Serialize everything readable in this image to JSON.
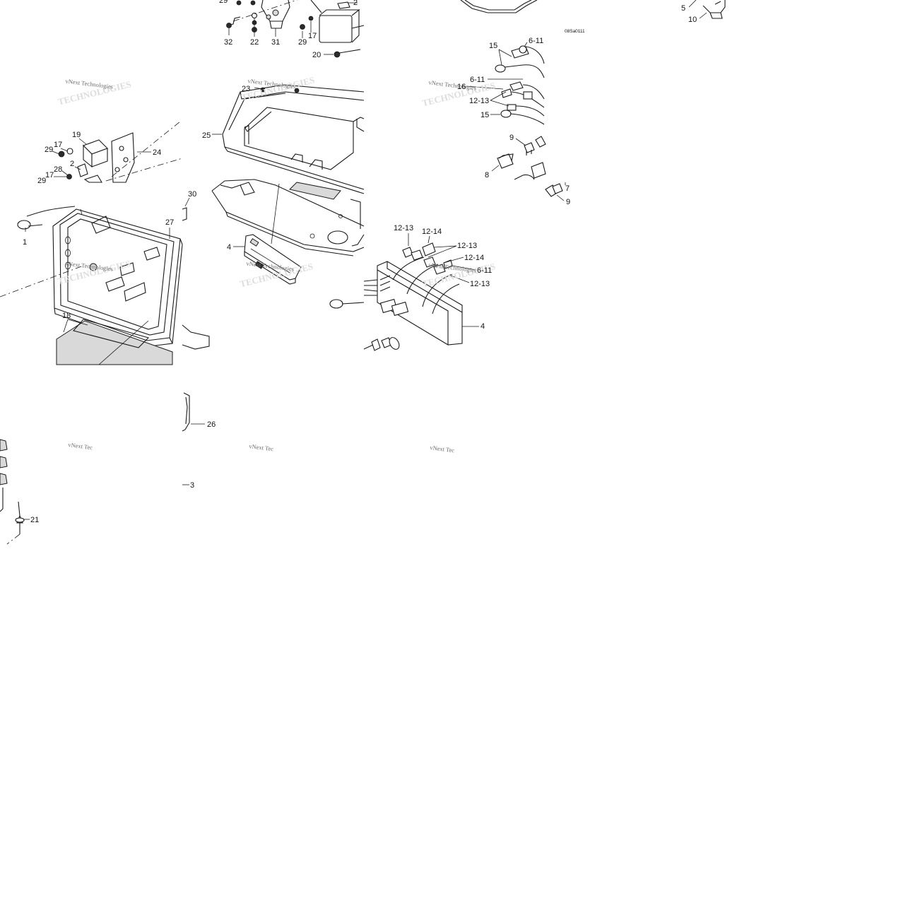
{
  "diagram": {
    "drawing_code": "08Sa0111",
    "watermark": "vNext Technologies",
    "watermark_partial": "vNext Tec",
    "callouts": {
      "c1": "1",
      "c2a": "2",
      "c2b": "2",
      "c3": "3",
      "c4a": "4",
      "c4b": "4",
      "c5": "5",
      "c6_11a": "6-11",
      "c6_11b": "6-11",
      "c6_11c": "6-11",
      "c7": "7",
      "c8": "8",
      "c9a": "9",
      "c9b": "9",
      "c10": "10",
      "c12_13a": "12-13",
      "c12_13b": "12-13",
      "c12_13c": "12-13",
      "c12_13d": "12-13",
      "c12_14a": "12-14",
      "c12_14b": "12-14",
      "c15a": "15",
      "c15b": "15",
      "c16": "16",
      "c17a": "17",
      "c17b": "17",
      "c17c": "17",
      "c18": "18",
      "c19": "19",
      "c20": "20",
      "c21": "21",
      "c22": "22",
      "c23": "23",
      "c24": "24",
      "c25": "25",
      "c26": "26",
      "c27": "27",
      "c28": "28",
      "c29a": "29",
      "c29b": "29",
      "c29c": "29",
      "c30": "30",
      "c31": "31",
      "c32": "32"
    }
  }
}
